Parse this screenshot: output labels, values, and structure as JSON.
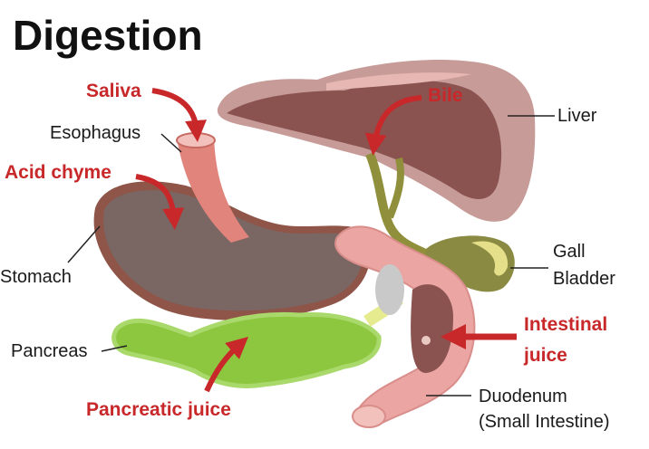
{
  "title": "Digestion",
  "labels": {
    "saliva": "Saliva",
    "esophagus": "Esophagus",
    "acid_chyme": "Acid chyme",
    "stomach": "Stomach",
    "pancreas": "Pancreas",
    "pancreatic_juice": "Pancreatic juice",
    "bile": "Bile",
    "liver": "Liver",
    "gall_1": "Gall",
    "gall_2": "Bladder",
    "intestinal_1": "Intestinal",
    "intestinal_2": "juice",
    "duodenum_1": "Duodenum",
    "duodenum_2": "(Small Intestine)"
  },
  "colors": {
    "red_label": "#c8282a",
    "liver": "#8a5350",
    "stomach": "#7a6663",
    "esophagus": "#e0847c",
    "duodenum": "#eba5a2",
    "pancreas": "#8dc63f",
    "gall_bladder": "#8a8a42"
  }
}
